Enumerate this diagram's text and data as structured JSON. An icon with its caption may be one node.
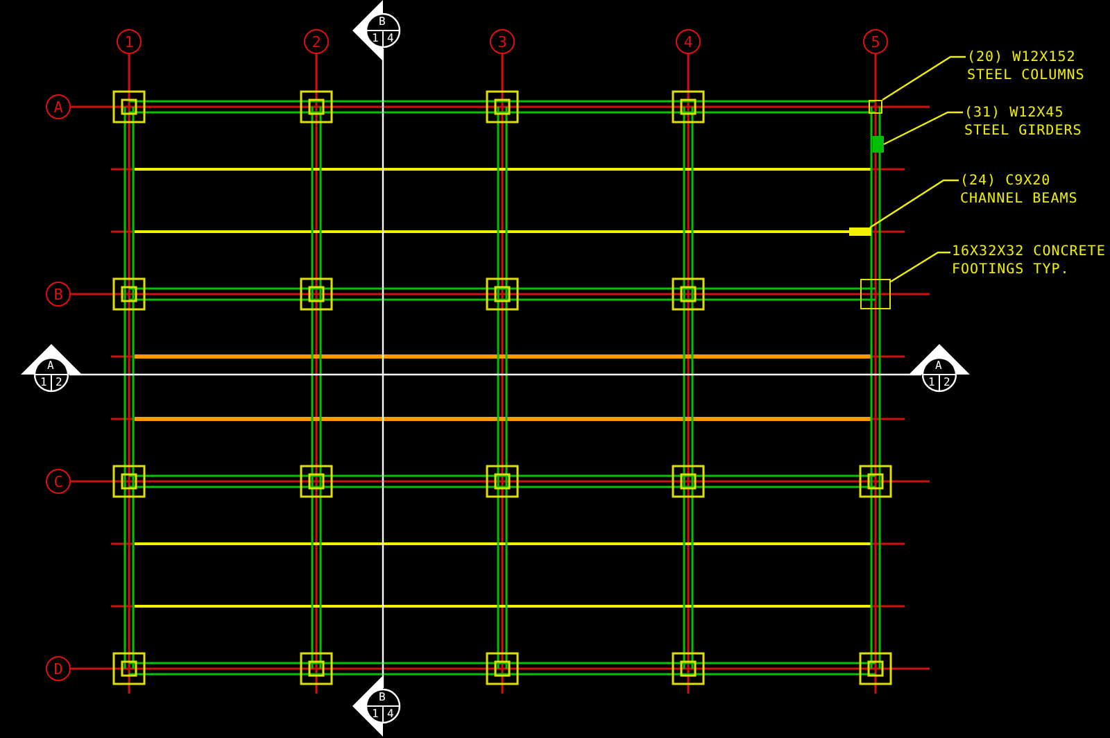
{
  "diagram": {
    "nodes": [
      {
        "text": [
          "1"
        ]
      },
      {
        "text": [
          "2"
        ]
      },
      {
        "text": [
          "3"
        ]
      },
      {
        "text": [
          "4"
        ]
      },
      {
        "text": [
          "5"
        ]
      },
      {
        "text": [
          "A"
        ]
      },
      {
        "text": [
          "B"
        ]
      },
      {
        "text": [
          "C"
        ]
      },
      {
        "text": [
          "D"
        ]
      },
      {
        "text": [
          "B",
          "1",
          "4"
        ]
      },
      {
        "text": [
          "A",
          "1",
          "2"
        ]
      },
      {
        "text": [
          "A",
          "1",
          "2"
        ]
      },
      {
        "text": [
          "B",
          "1",
          "4"
        ]
      },
      {
        "text": [
          "(20) W12X152 STEEL COLUMNS"
        ]
      },
      {
        "text": [
          "(31) W12X45 STEEL GIRDERS"
        ]
      },
      {
        "text": [
          "(24) C9X20 CHANNEL BEAMS"
        ]
      },
      {
        "text": [
          "16X32X32 CONCRETE FOOTINGS TYP."
        ]
      },
      {
        "text": [],
        "shape": "box"
      },
      {
        "text": [],
        "shape": "bar"
      },
      {
        "text": [],
        "shape": "bar"
      },
      {
        "text": [],
        "shape": "box"
      }
    ],
    "edges": [
      {
        "from": 13,
        "to": 17,
        "arrow": "none"
      },
      {
        "from": 14,
        "to": 18,
        "arrow": "none"
      },
      {
        "from": 15,
        "to": 19,
        "arrow": "none"
      },
      {
        "from": 16,
        "to": 20,
        "arrow": "none"
      },
      {
        "from": 9,
        "to": 12,
        "arrow": "none",
        "color": "#ffffff"
      },
      {
        "from": 10,
        "to": 11,
        "arrow": "none",
        "color": "#ffffff"
      }
    ]
  }
}
